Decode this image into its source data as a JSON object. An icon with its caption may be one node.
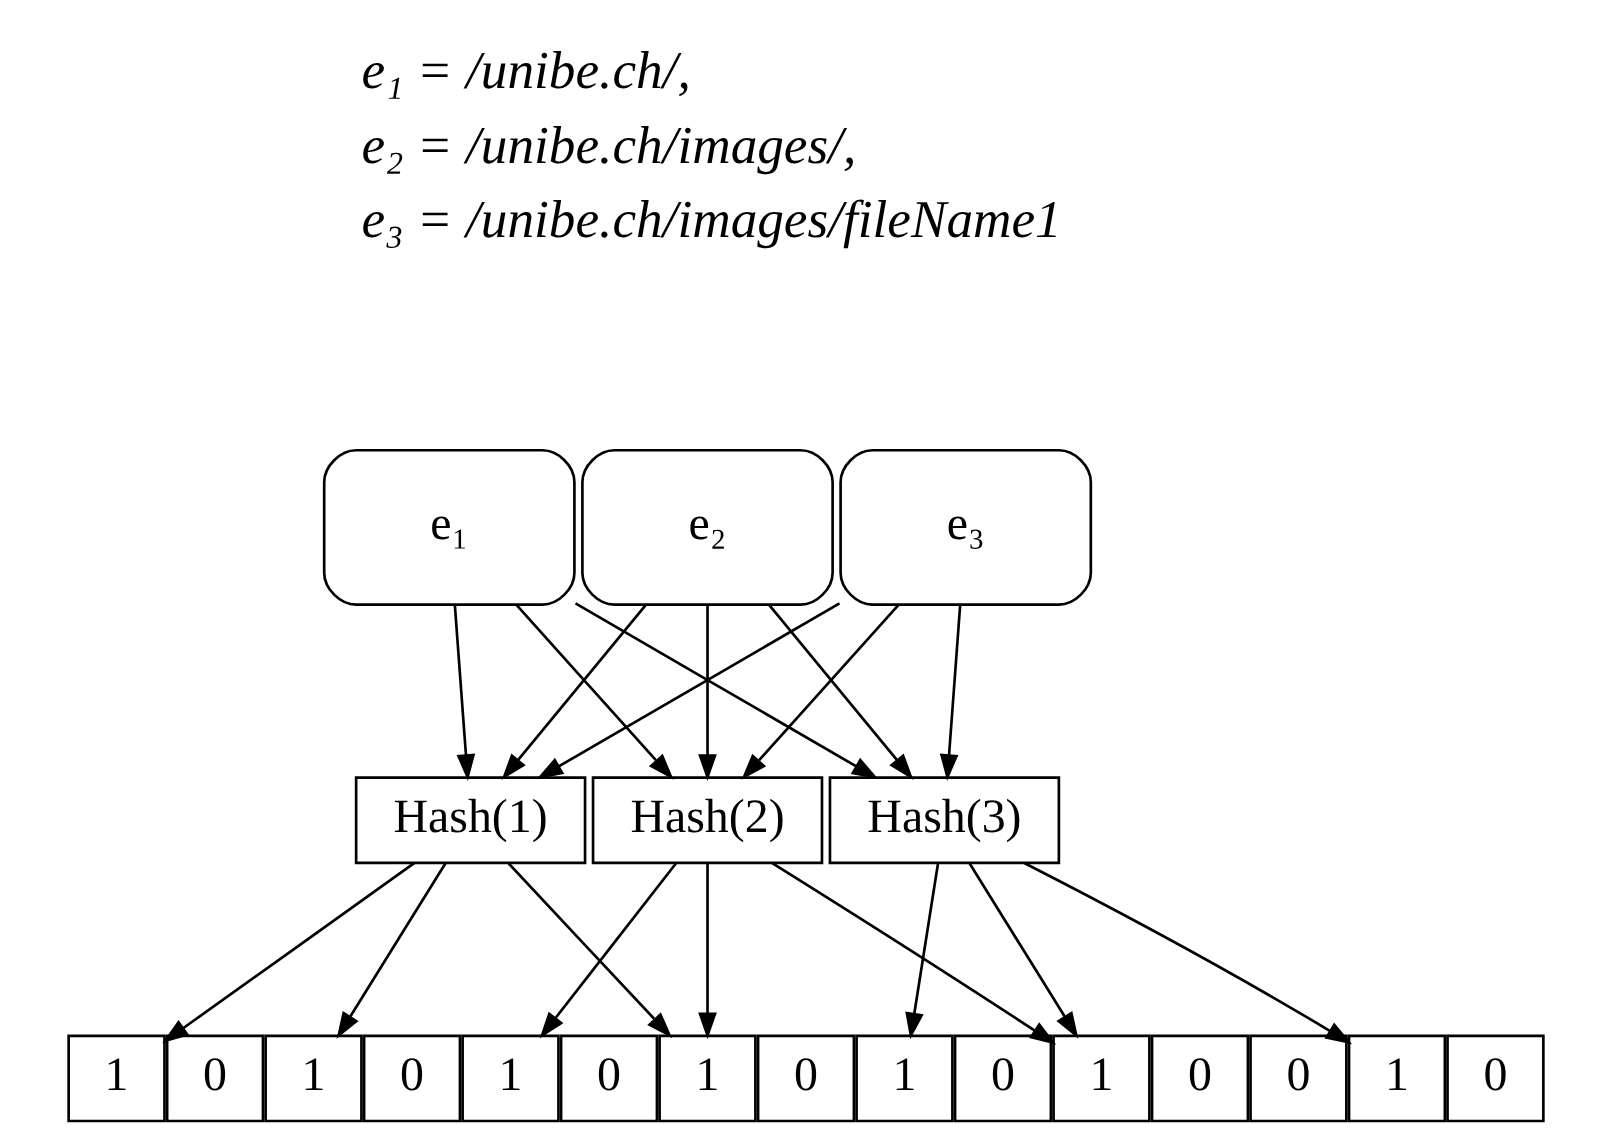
{
  "diagram": {
    "nodes": [
      {
        "text": [
          "e₁"
        ]
      },
      {
        "text": [
          "e₂"
        ]
      },
      {
        "text": [
          "e₃"
        ]
      },
      {
        "text": [
          "Hash(1)"
        ]
      },
      {
        "text": [
          "Hash(2)"
        ]
      },
      {
        "text": [
          "Hash(3)"
        ]
      },
      {
        "text": [
          "1"
        ]
      },
      {
        "text": [
          "0"
        ]
      },
      {
        "text": [
          "1"
        ]
      },
      {
        "text": [
          "0"
        ]
      },
      {
        "text": [
          "1"
        ]
      },
      {
        "text": [
          "0"
        ]
      },
      {
        "text": [
          "1"
        ]
      },
      {
        "text": [
          "0"
        ]
      },
      {
        "text": [
          "1"
        ]
      },
      {
        "text": [
          "0"
        ]
      },
      {
        "text": [
          "1"
        ]
      },
      {
        "text": [
          "0"
        ]
      },
      {
        "text": [
          "0"
        ]
      },
      {
        "text": [
          "1"
        ]
      },
      {
        "text": [
          "0"
        ]
      }
    ],
    "edges": [
      {
        "from": 0,
        "to": 3,
        "arrow": "to"
      },
      {
        "from": 0,
        "to": 4,
        "arrow": "to"
      },
      {
        "from": 0,
        "to": 5,
        "arrow": "to"
      },
      {
        "from": 1,
        "to": 3,
        "arrow": "to"
      },
      {
        "from": 1,
        "to": 4,
        "arrow": "to"
      },
      {
        "from": 1,
        "to": 5,
        "arrow": "to"
      },
      {
        "from": 2,
        "to": 3,
        "arrow": "to"
      },
      {
        "from": 2,
        "to": 4,
        "arrow": "to"
      },
      {
        "from": 2,
        "to": 5,
        "arrow": "to"
      },
      {
        "from": 3,
        "to": 6,
        "arrow": "to"
      },
      {
        "from": 3,
        "to": 8,
        "arrow": "to"
      },
      {
        "from": 3,
        "to": 12,
        "arrow": "to"
      },
      {
        "from": 4,
        "to": 10,
        "arrow": "to"
      },
      {
        "from": 4,
        "to": 12,
        "arrow": "to"
      },
      {
        "from": 4,
        "to": 16,
        "arrow": "to"
      },
      {
        "from": 5,
        "to": 14,
        "arrow": "to"
      },
      {
        "from": 5,
        "to": 16,
        "arrow": "to"
      },
      {
        "from": 5,
        "to": 19,
        "arrow": "to"
      }
    ],
    "labels": [
      "e₁ = /unibe.ch/,",
      "e₂ = /unibe.ch/images/,",
      "e₃ = /unibe.ch/images/fileName1"
    ]
  }
}
